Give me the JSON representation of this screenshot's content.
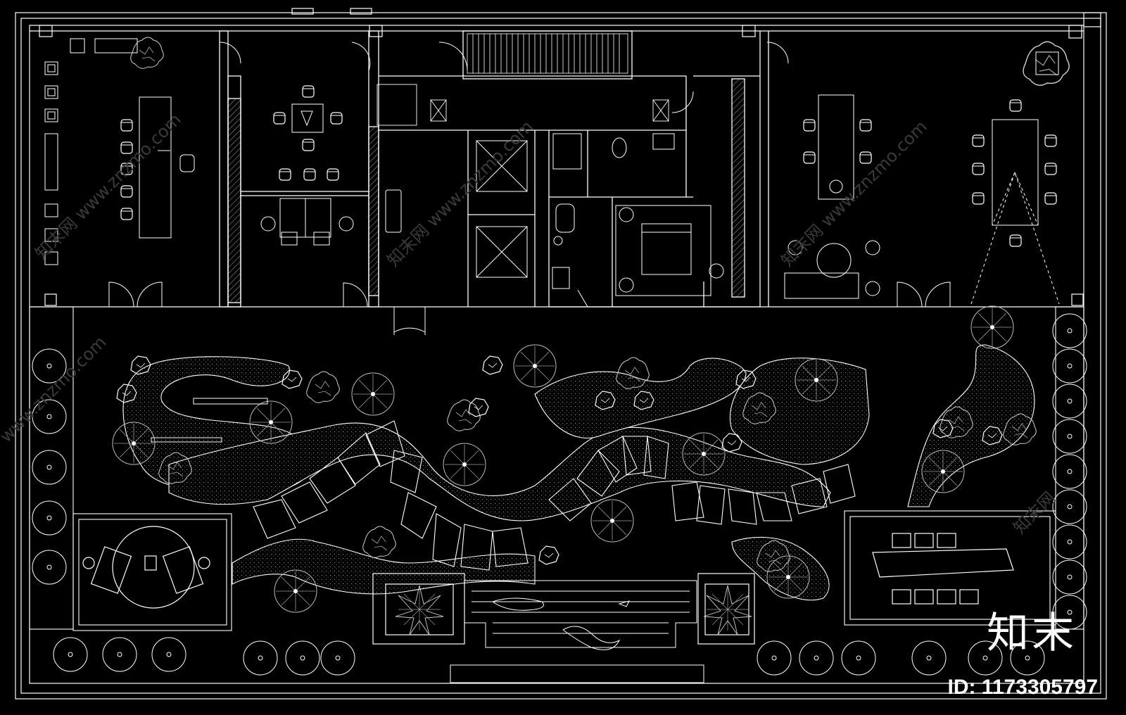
{
  "watermark": {
    "logo": "知末",
    "id_label": "ID: 1173305797"
  },
  "colors": {
    "background": "#000000",
    "line": "#ffffff",
    "plant": "#b8b8b8",
    "watermark_faint": "#3a3a3a"
  },
  "plan": {
    "type": "architectural floor plan with rooftop garden",
    "icons": [
      "tree-icon",
      "shrub-icon",
      "rock-icon",
      "chair-icon",
      "table-icon",
      "stair-icon",
      "door-icon",
      "elevator-icon",
      "toilet-icon",
      "bed-icon",
      "sofa-icon",
      "lounge-chair-icon",
      "pond-icon"
    ]
  }
}
